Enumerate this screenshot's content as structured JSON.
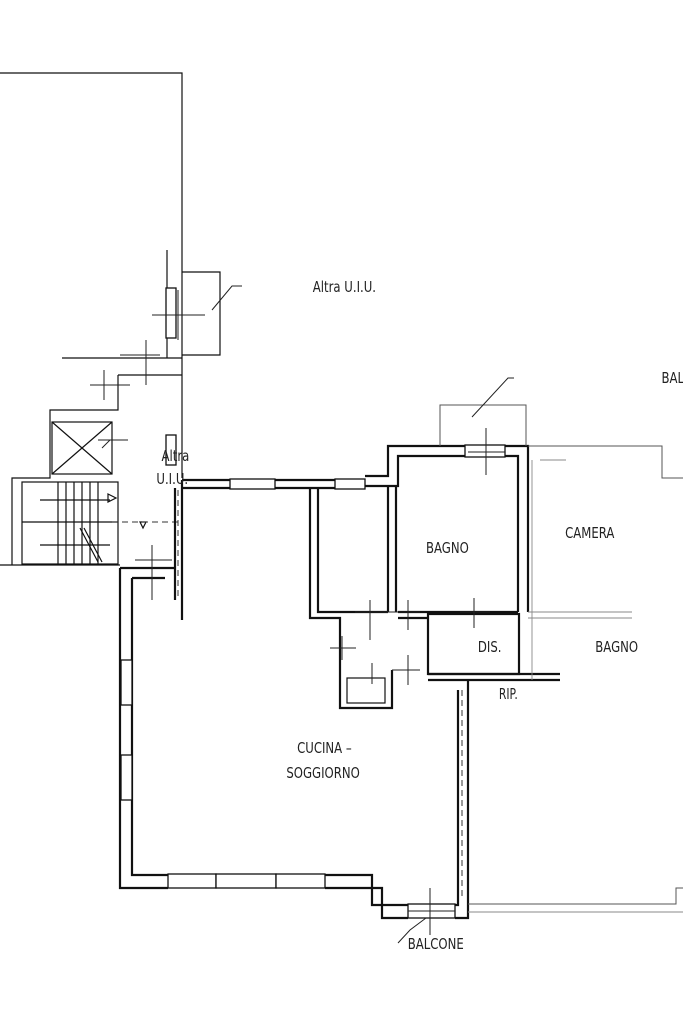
{
  "labels": {
    "altra_uiu_top": "Altra U.I.U.",
    "altra_stair_line1": "Altra",
    "altra_stair_line2": "U.I.U.",
    "balcone_top": "BALCONE",
    "camera": "CAMERA",
    "bagno_left": "BAGNO",
    "bagno_right": "BAGNO",
    "dis": "DIS.",
    "rip": "RIP.",
    "cucina_line1": "CUCINA –",
    "cucina_line2": "SOGGIORNO",
    "balcone_bottom": "BALCONE",
    "right_edge_partial": "Al"
  }
}
